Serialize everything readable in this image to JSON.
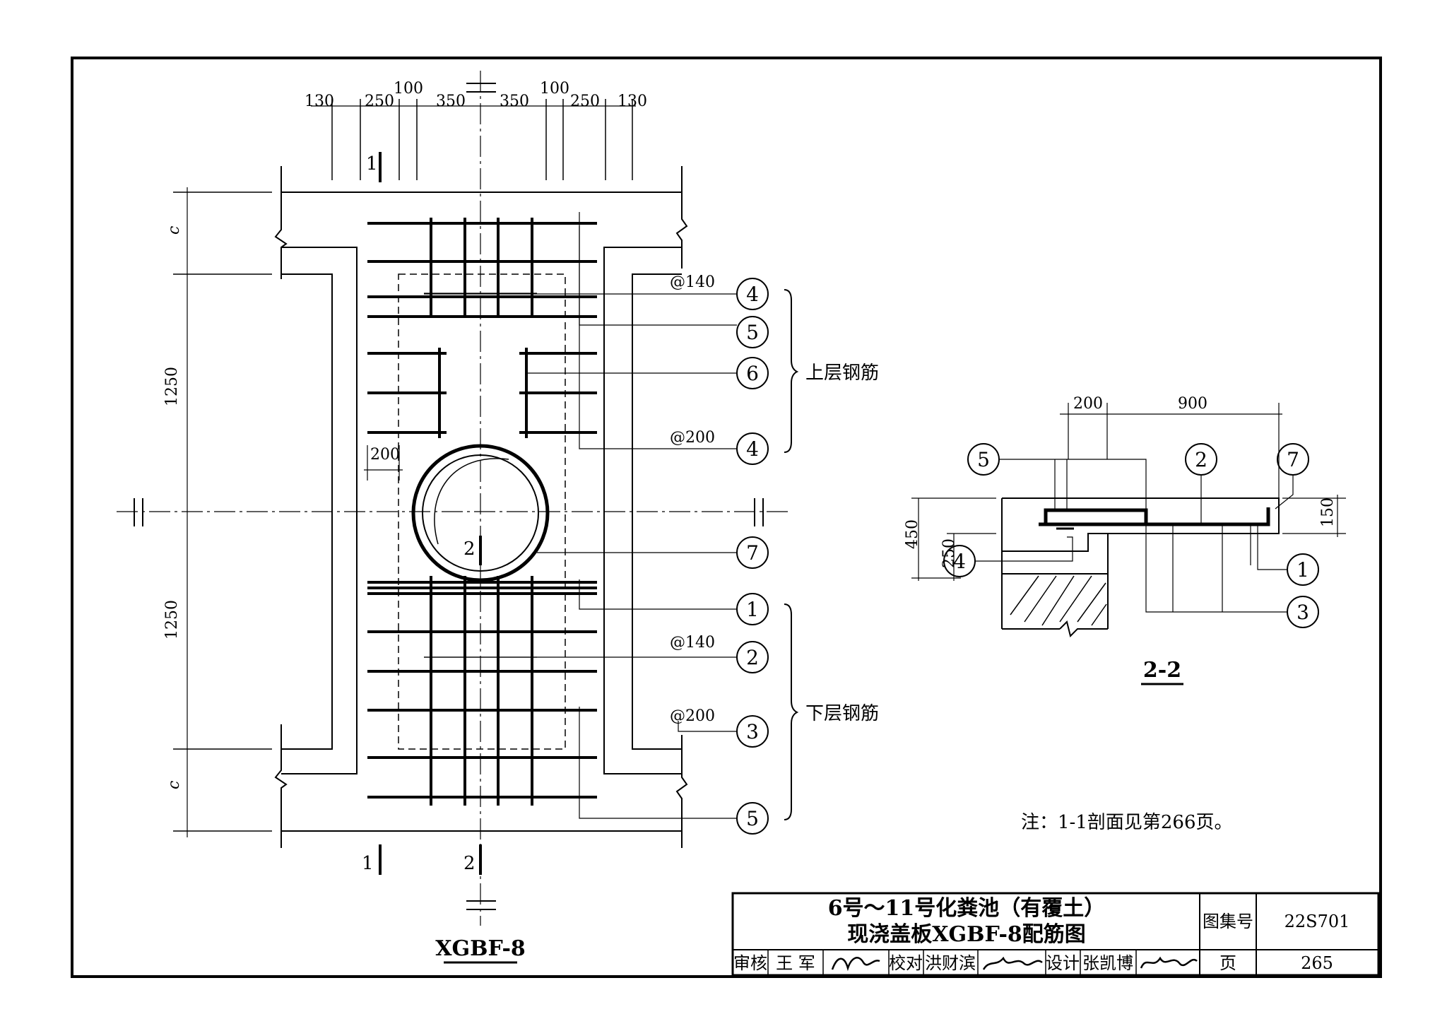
{
  "plan": {
    "title": "XGBF-8",
    "top_dims": [
      "130",
      "250",
      "100",
      "350",
      "350",
      "100",
      "250",
      "130"
    ],
    "left_dims": [
      "c",
      "1250",
      "1250",
      "c"
    ],
    "opening_dim": "200",
    "section_marks": {
      "s1_top": "1",
      "s1_bottom": "1",
      "s2_mid": "2",
      "s2_bottom": "2"
    },
    "spacing_labels": {
      "upper_140": "@140",
      "upper_200": "@200",
      "lower_140": "@140",
      "lower_200": "@200"
    },
    "callouts": [
      "4",
      "5",
      "6",
      "4",
      "7",
      "1",
      "2",
      "3",
      "5"
    ],
    "groups": {
      "upper": "上层钢筋",
      "lower": "下层钢筋"
    }
  },
  "section": {
    "title": "2-2",
    "top_dims": [
      "200",
      "900"
    ],
    "left_dims": [
      "450",
      "250"
    ],
    "right_dim": "150",
    "callouts": {
      "c5": "5",
      "c2": "2",
      "c7": "7",
      "c4": "4",
      "c1": "1",
      "c3": "3"
    }
  },
  "note": "注：1-1剖面见第266页。",
  "title_block": {
    "title_line1": "6号～11号化粪池（有覆土）",
    "title_line2": "现浇盖板XGBF-8配筋图",
    "atlas_label": "图集号",
    "atlas_no": "22S701",
    "review_label": "审核",
    "reviewer": "王 军",
    "check_label": "校对",
    "checker": "洪财滨",
    "design_label": "设计",
    "designer": "张凯博",
    "page_label": "页",
    "page_no": "265"
  }
}
